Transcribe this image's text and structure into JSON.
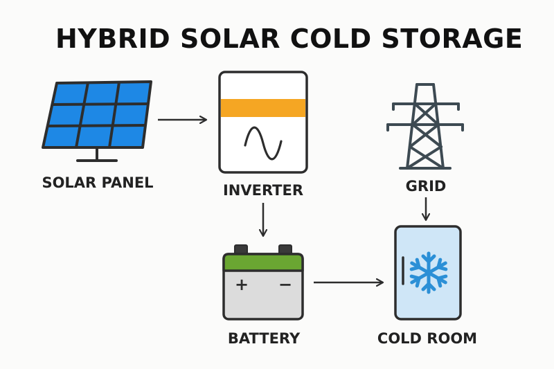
{
  "title": "HYBRID SOLAR COLD STORAGE",
  "nodes": {
    "solar_panel": {
      "label": "SOLAR PANEL",
      "icon": "solar-panel-icon"
    },
    "inverter": {
      "label": "INVERTER",
      "icon": "inverter-icon"
    },
    "grid": {
      "label": "GRID",
      "icon": "power-tower-icon"
    },
    "battery": {
      "label": "BATTERY",
      "icon": "battery-icon",
      "plus": "+",
      "minus": "−"
    },
    "cold_room": {
      "label": "COLD ROOM",
      "icon": "snowflake-icon"
    }
  },
  "connections": [
    {
      "from": "solar_panel",
      "to": "inverter"
    },
    {
      "from": "inverter",
      "to": "battery"
    },
    {
      "from": "battery",
      "to": "cold_room"
    },
    {
      "from": "grid",
      "to": "cold_room"
    }
  ],
  "colors": {
    "panel_blue": "#1e88e5",
    "stroke_dark": "#2d2d2d",
    "inverter_band": "#f5a623",
    "battery_green": "#6aa632",
    "battery_body": "#dcdcdc",
    "cold_room_fill": "#cfe6f7",
    "snowflake_blue": "#2b8fd6"
  }
}
